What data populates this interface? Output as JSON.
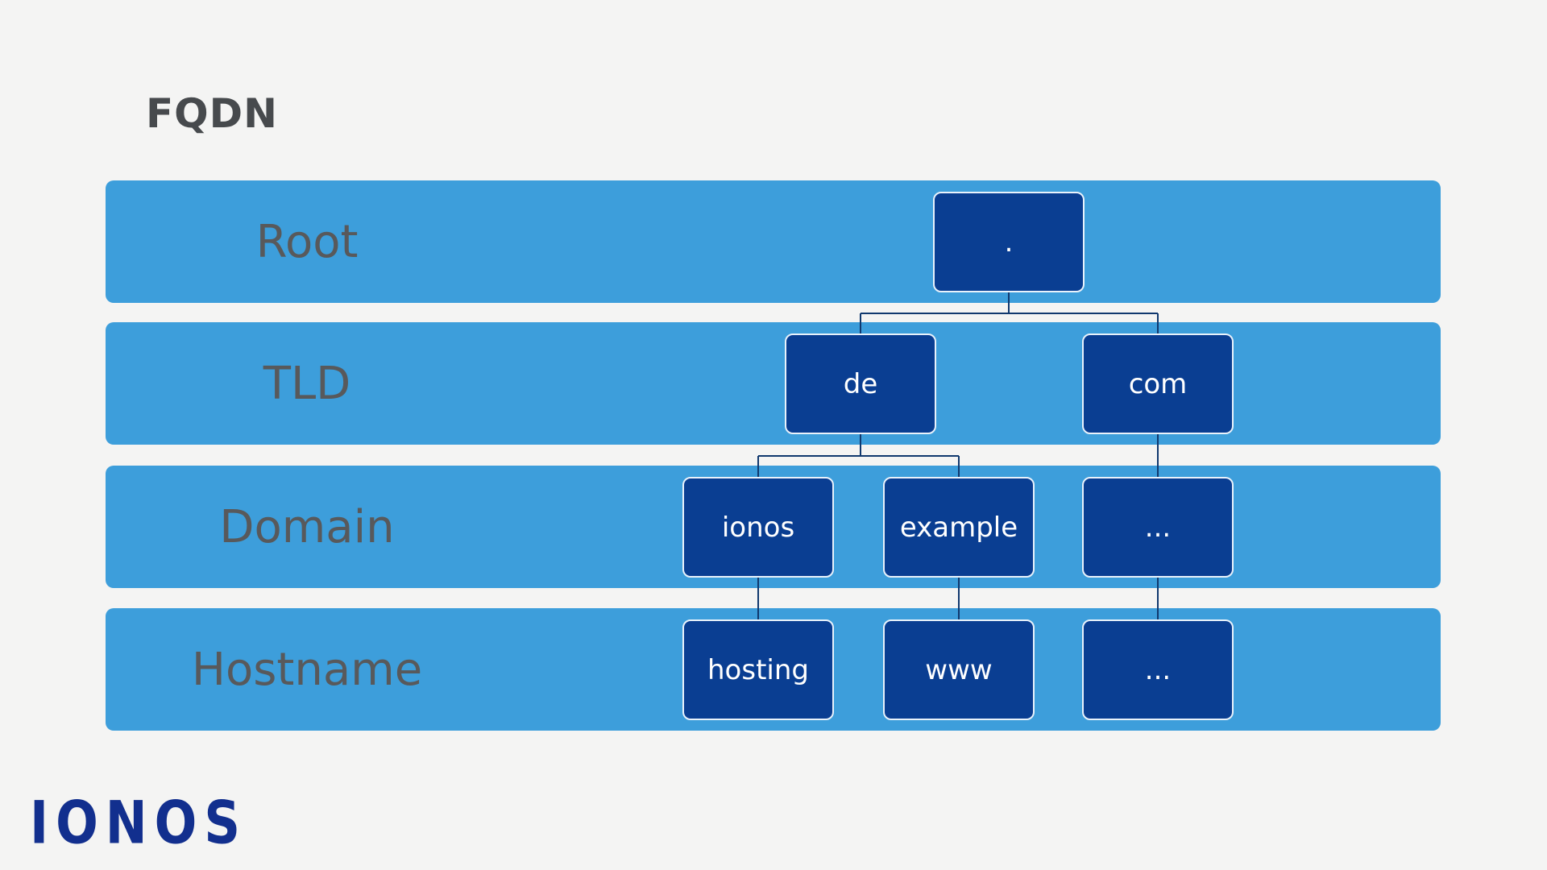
{
  "title": "FQDN",
  "logo": "IONOS",
  "colors": {
    "background": "#f4f4f3",
    "band_blue": "#3d9edb",
    "node_navy": "#0a3e92",
    "node_border": "#e9f2fb",
    "node_text": "#ffffff",
    "row_label_gray": "#58595b",
    "title_gray": "#474a4d",
    "logo_blue": "#122f8e",
    "connector": "#10386e"
  },
  "rows": [
    {
      "label": "Root"
    },
    {
      "label": "TLD"
    },
    {
      "label": "Domain"
    },
    {
      "label": "Hostname"
    }
  ],
  "nodes": {
    "root": {
      "label": "."
    },
    "de": {
      "label": "de"
    },
    "com": {
      "label": "com"
    },
    "ionos": {
      "label": "ionos"
    },
    "example": {
      "label": "example"
    },
    "domain_ellipsis": {
      "label": "..."
    },
    "hosting": {
      "label": "hosting"
    },
    "www": {
      "label": "www"
    },
    "hostname_ellipsis": {
      "label": "..."
    }
  }
}
